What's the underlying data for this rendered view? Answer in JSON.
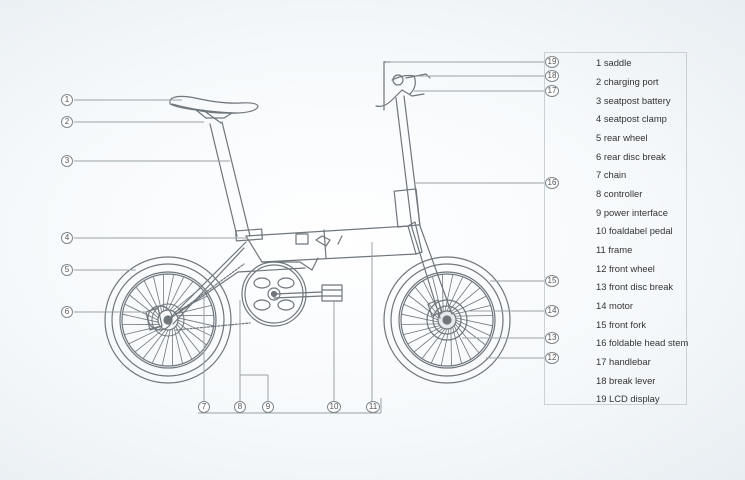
{
  "legend": {
    "items": [
      "1 saddle",
      "2 charging port",
      "3 seatpost battery",
      "4 seatpost clamp",
      "5 rear wheel",
      "6 rear disc break",
      "7 chain",
      "8 controller",
      "9 power interface",
      "10 foaldabel pedal",
      "11 frame",
      "12 front wheel",
      "13 front disc break",
      "14 motor",
      "15 front fork",
      "16 foldable head stem",
      "17 handlebar",
      "18 break lever",
      "19 LCD display"
    ]
  },
  "callouts": {
    "c1": "1",
    "c2": "2",
    "c3": "3",
    "c4": "4",
    "c5": "5",
    "c6": "6",
    "c7": "7",
    "c8": "8",
    "c9": "9",
    "c10": "10",
    "c11": "11",
    "c12": "12",
    "c13": "13",
    "c14": "14",
    "c15": "15",
    "c16": "16",
    "c17": "17",
    "c18": "18",
    "c19": "19"
  },
  "colors": {
    "line": "#6f767c",
    "leader": "#9aa1a6",
    "marker_border": "#7f868c"
  }
}
